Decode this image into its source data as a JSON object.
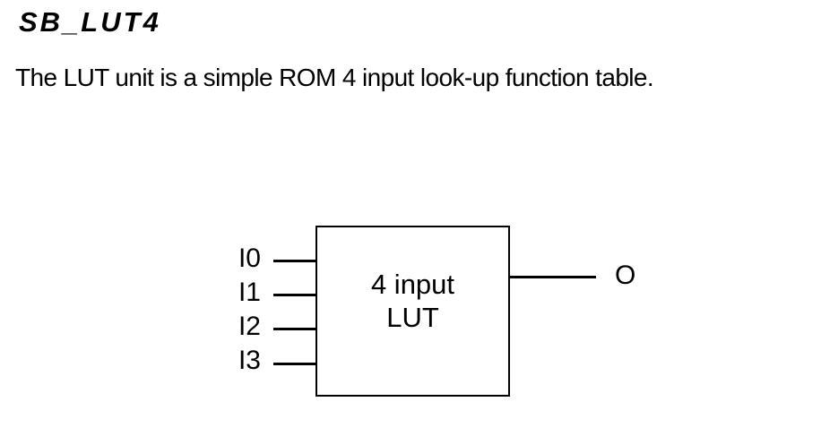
{
  "document": {
    "title": "SB_LUT4",
    "description": "The LUT unit is a simple ROM 4 input look-up function table."
  },
  "figure": {
    "block": {
      "label_line1": "4 input",
      "label_line2": "LUT"
    },
    "inputs": [
      {
        "label": "I0"
      },
      {
        "label": "I1"
      },
      {
        "label": "I2"
      },
      {
        "label": "I3"
      }
    ],
    "output": {
      "label": "O"
    },
    "colors": {
      "ink": "#000000",
      "paper": "#ffffff"
    }
  }
}
